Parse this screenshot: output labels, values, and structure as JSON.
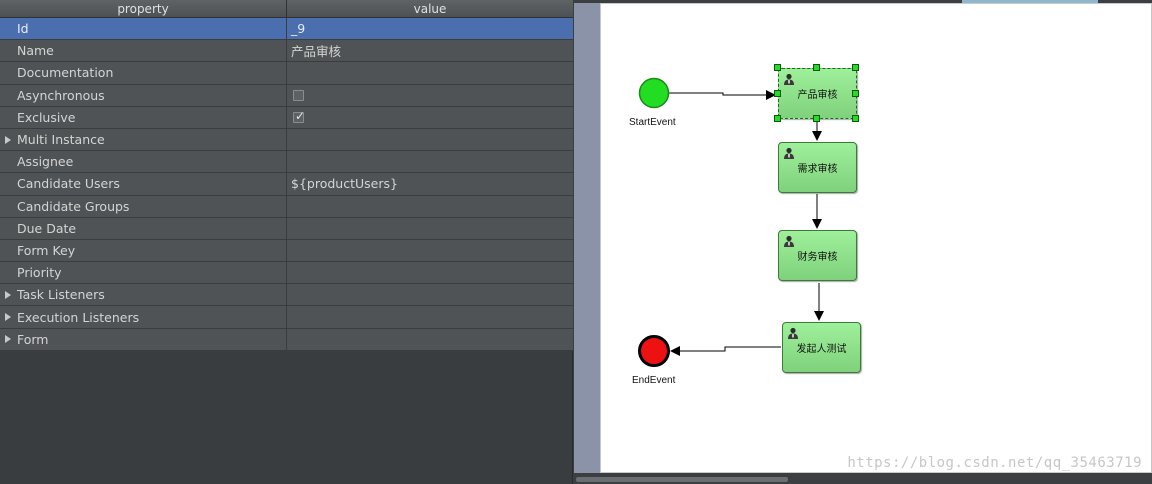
{
  "properties": {
    "header": {
      "property": "property",
      "value": "value"
    },
    "rows": [
      {
        "name": "Id",
        "value": "_9",
        "selected": true
      },
      {
        "name": "Name",
        "value": "产品审核"
      },
      {
        "name": "Documentation",
        "value": ""
      },
      {
        "name": "Asynchronous",
        "value": "",
        "checkbox": true,
        "checked": false
      },
      {
        "name": "Exclusive",
        "value": "",
        "checkbox": true,
        "checked": true
      },
      {
        "name": "Multi Instance",
        "value": "",
        "expandable": true
      },
      {
        "name": "Assignee",
        "value": ""
      },
      {
        "name": "Candidate Users",
        "value": "${productUsers}"
      },
      {
        "name": "Candidate Groups",
        "value": ""
      },
      {
        "name": "Due Date",
        "value": ""
      },
      {
        "name": "Form Key",
        "value": ""
      },
      {
        "name": "Priority",
        "value": ""
      },
      {
        "name": "Task Listeners",
        "value": "",
        "expandable": true
      },
      {
        "name": "Execution Listeners",
        "value": "",
        "expandable": true
      },
      {
        "name": "Form",
        "value": "",
        "expandable": true
      }
    ]
  },
  "diagram": {
    "start_event": {
      "label": "StartEvent",
      "color": "#22dd22"
    },
    "end_event": {
      "label": "EndEvent",
      "color": "#ee1111"
    },
    "tasks": [
      {
        "label": "产品审核",
        "selected": true
      },
      {
        "label": "需求审核"
      },
      {
        "label": "财务审核"
      },
      {
        "label": "发起人测试"
      }
    ]
  },
  "watermark": "https://blog.csdn.net/qq_35463719",
  "icons": {
    "task": "user-icon",
    "expand": "triangle-right-icon",
    "check": "checkmark-icon"
  }
}
